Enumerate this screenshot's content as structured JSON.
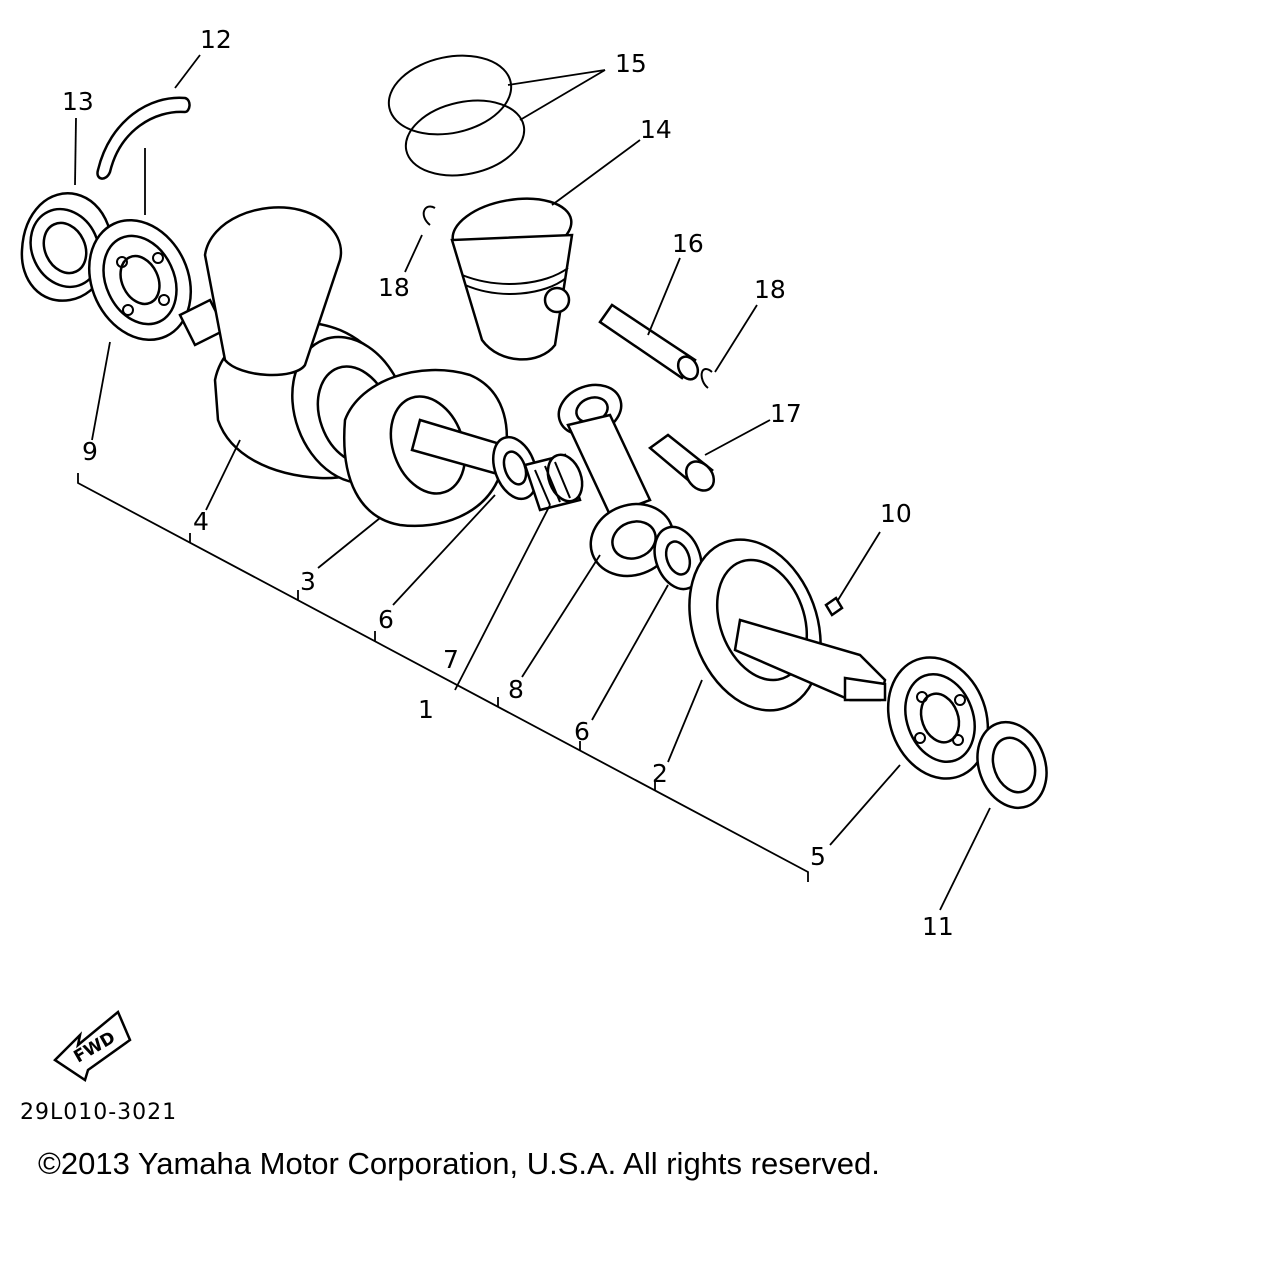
{
  "labels": {
    "l1": "1",
    "l2": "2",
    "l3": "3",
    "l4": "4",
    "l5": "5",
    "l6a": "6",
    "l6b": "6",
    "l7": "7",
    "l8": "8",
    "l9": "9",
    "l10": "10",
    "l11": "11",
    "l12": "12",
    "l13": "13",
    "l14": "14",
    "l15": "15",
    "l16": "16",
    "l17": "17",
    "l18a": "18",
    "l18b": "18"
  },
  "fwd": {
    "text": "FWD"
  },
  "footer": {
    "code": "29L010-3021",
    "copyright": "©2013 Yamaha Motor Corporation, U.S.A. All rights reserved."
  }
}
